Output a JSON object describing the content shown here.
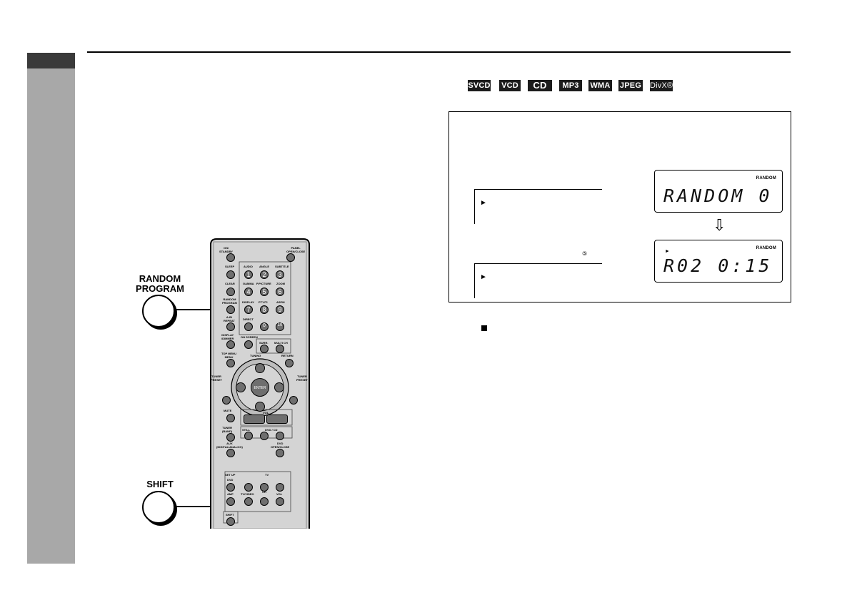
{
  "formats": [
    "SVCD",
    "VCD",
    "CD",
    "MP3",
    "WMA",
    "JPEG",
    "DivX®"
  ],
  "callouts": {
    "random_program": "RANDOM\nPROGRAM",
    "shift": "SHIFT"
  },
  "osd": {
    "play_symbol": "►",
    "note_symbol": "⑤"
  },
  "displays": {
    "top": {
      "indicator": "RANDOM",
      "text": "RANDOM 0"
    },
    "bottom": {
      "indicator": "RANDOM",
      "text": "R02  0:15",
      "play_symbol": "►"
    },
    "arrow": "⇩"
  },
  "remote": {
    "buttons": {
      "on_standby": "ON/\nSTANDBY",
      "panel": "PANEL\nOPEN/CLOSE",
      "sleep": "SLEEP",
      "audio": "AUDIO",
      "angle": "ANGLE",
      "subtitle": "SUBTITLE",
      "clear": "CLEAR",
      "gamma": "GAMMA",
      "p_picture": "P.PICTURE",
      "zoom": "ZOOM",
      "random_program": "RANDOM\nPROGRAM",
      "display": "DISPLAY",
      "pty_ti": "PTY/TI",
      "asps": "ASPM",
      "ab_repeat": "A-B/\nREPEAT",
      "direct": "DIRECT",
      "display_dimmer": "DISPLAY\n/DIMMER",
      "on_screen": "ON SCREEN",
      "surr": "SURR.",
      "mute_ch": "MULTI CH",
      "top_menu": "TOP MENU\nMENU",
      "return": "RETURN",
      "tuning": "TUNING",
      "tuner_preset": "TUNER\nPRESET",
      "enter": "ENTER",
      "mute": "MUTE",
      "vol": "VOL.",
      "tuner_band": "TUNER\n(BAND)",
      "still": "STILL",
      "dvd_cd": "DVD / CD",
      "aux": "AUX\n(DIGITAL/ANALOG)",
      "dvd_open_close": "DVD\nOPEN/CLOSE",
      "set_up": "SET UP",
      "tv": "TV",
      "dvd": "DVD",
      "amp": "AMP",
      "tv_video": "TV/VIDEO",
      "ch": "CH",
      "vol_tv": "VOL",
      "shift": "SHIFT"
    },
    "digits": [
      "1",
      "2",
      "3",
      "4",
      "5",
      "6",
      "7",
      "8",
      "9",
      "0",
      "10"
    ]
  }
}
